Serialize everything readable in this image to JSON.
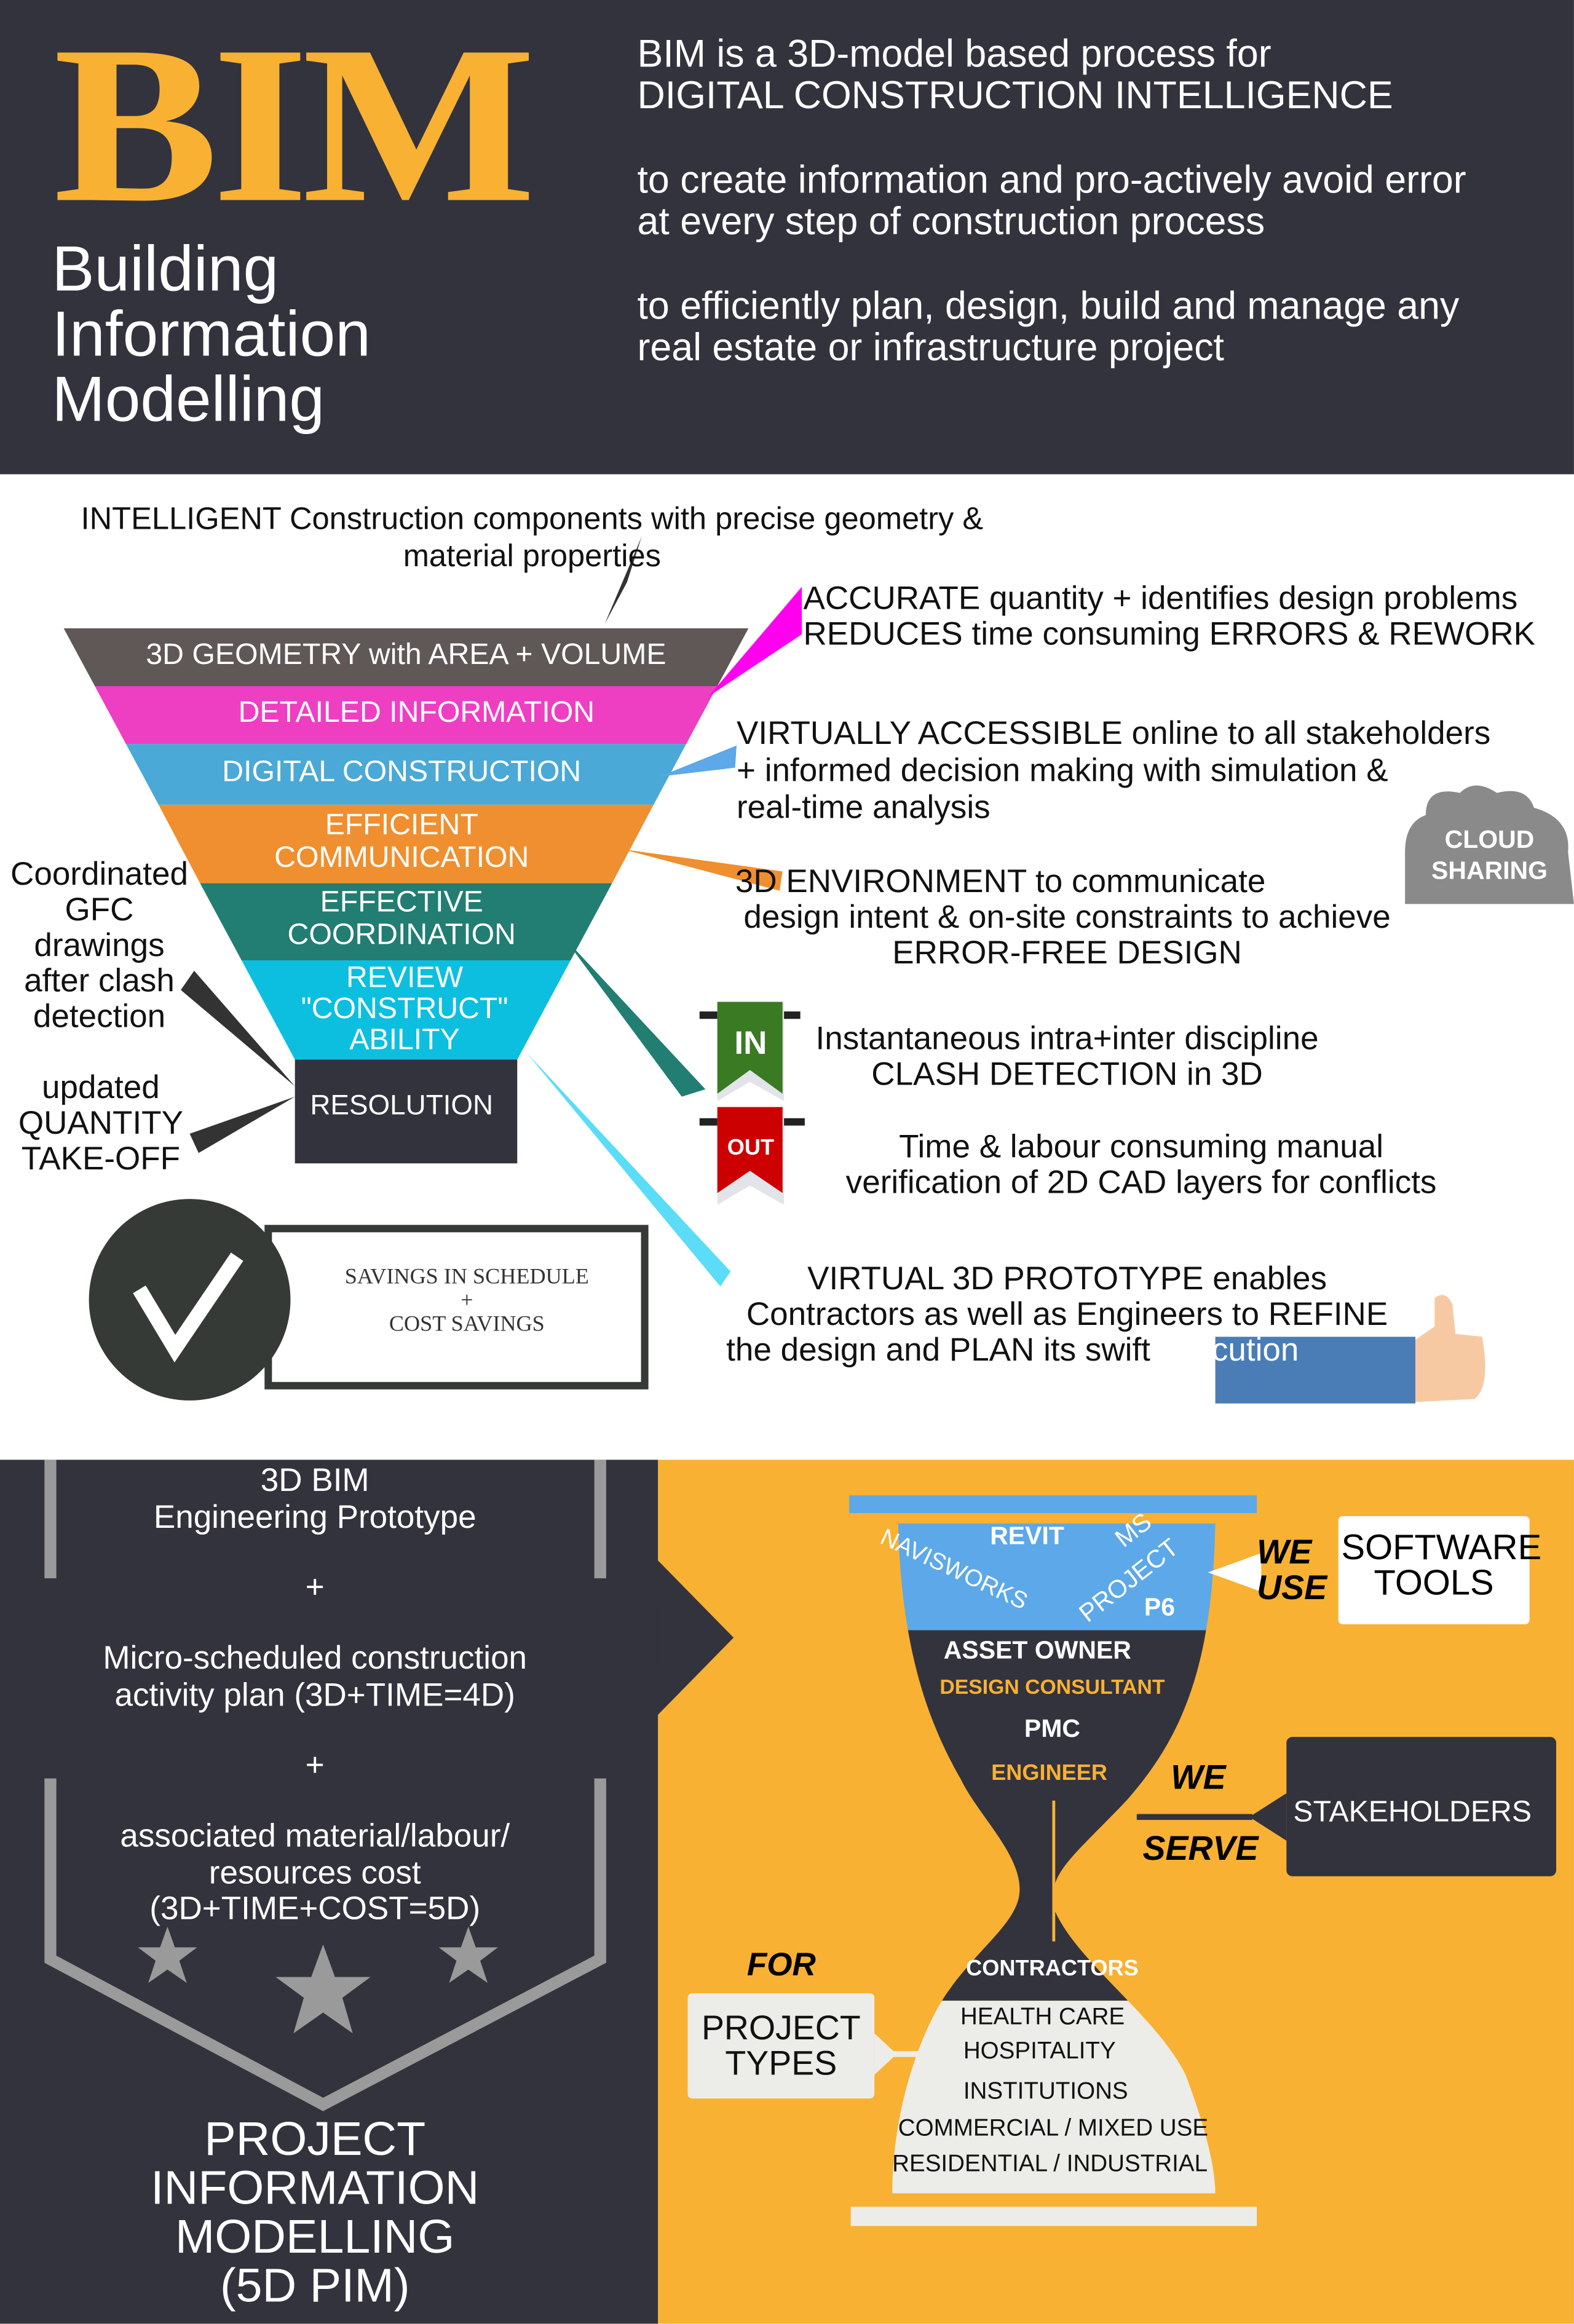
{
  "header": {
    "logo": "BIM",
    "subtitle_lines": [
      "Building",
      "Information",
      "Modelling"
    ],
    "desc1": [
      "BIM is a 3D-model based process for",
      "DIGITAL CONSTRUCTION INTELLIGENCE"
    ],
    "desc2": [
      "to create information and pro-actively avoid error",
      "at every step of construction process"
    ],
    "desc3": [
      "to efficiently plan, design, build and manage any",
      "real estate or infrastructure project"
    ]
  },
  "funnel": {
    "intro": [
      "INTELLIGENT Construction components with precise geometry &",
      "material properties"
    ],
    "layers": [
      {
        "label": "3D GEOMETRY with AREA + VOLUME",
        "color": "#5f5857"
      },
      {
        "label": "DETAILED INFORMATION",
        "color": "#ee3fc3"
      },
      {
        "label": "DIGITAL CONSTRUCTION",
        "color": "#4aa9d6"
      },
      {
        "label": "EFFICIENT COMMUNICATION",
        "lines": [
          "EFFICIENT",
          "COMMUNICATION"
        ],
        "color": "#ef8f2f"
      },
      {
        "label": "EFFECTIVE COORDINATION",
        "lines": [
          "EFFECTIVE",
          "COORDINATION"
        ],
        "color": "#227d72"
      },
      {
        "label": "REVIEW \"CONSTRUCT\" ABILITY",
        "lines": [
          "REVIEW",
          "\"CONSTRUCT\"",
          "ABILITY"
        ],
        "color": "#0dbfdf"
      },
      {
        "label": "RESOLUTION",
        "color": "#33333d"
      }
    ],
    "notes": {
      "accurate": [
        "ACCURATE quantity + identifies design problems",
        "REDUCES time consuming ERRORS & REWORK"
      ],
      "virtual": [
        "VIRTUALLY ACCESSIBLE online to all stakeholders",
        "+ informed decision making with simulation &",
        "real-time analysis"
      ],
      "environment": [
        "3D ENVIRONMENT to communicate",
        "design intent & on-site constraints to achieve",
        "ERROR-FREE DESIGN"
      ],
      "in_badge": "IN",
      "in_text": [
        "Instantaneous intra+inter discipline",
        "CLASH DETECTION in 3D"
      ],
      "out_badge": "OUT",
      "out_text": [
        "Time & labour consuming manual",
        "verification of 2D CAD layers for conflicts"
      ],
      "prototype": [
        "VIRTUAL 3D PROTOTYPE enables",
        "Contractors as well as Engineers to REFINE",
        "the design  and   PLAN its  swift"
      ],
      "prototype_end": "execution",
      "coordinated": [
        "Coordinated",
        "GFC",
        "drawings",
        "after clash",
        "detection"
      ],
      "quantity": [
        "updated",
        "QUANTITY",
        "TAKE-OFF"
      ],
      "cloud": [
        "CLOUD",
        "SHARING"
      ],
      "savings": [
        "SAVINGS IN SCHEDULE",
        "+",
        "COST SAVINGS"
      ]
    }
  },
  "pim": {
    "block1": [
      "3D BIM",
      "Engineering  Prototype"
    ],
    "plus": "+",
    "block2": [
      "Micro-scheduled construction",
      "activity plan (3D+TIME=4D)"
    ],
    "block3": [
      "associated material/labour/",
      "resources cost",
      "(3D+TIME+COST=5D)"
    ],
    "title": [
      "PROJECT",
      "INFORMATION",
      "MODELLING",
      "(5D PIM)"
    ]
  },
  "hourglass": {
    "software": [
      "REVIT",
      "NAVISWORKS",
      "MS",
      "PROJECT",
      "P6"
    ],
    "we_use": [
      "WE",
      "USE"
    ],
    "software_box": [
      "SOFTWARE",
      "TOOLS"
    ],
    "stakeholders": [
      {
        "label": "ASSET OWNER",
        "color": "#ffffff"
      },
      {
        "label": "DESIGN CONSULTANT",
        "color": "#f8b133"
      },
      {
        "label": "PMC",
        "color": "#ffffff"
      },
      {
        "label": "ENGINEER",
        "color": "#f8b133"
      },
      {
        "label": "CONTRACTORS",
        "color": "#ffffff"
      }
    ],
    "we_serve": [
      "WE",
      "SERVE"
    ],
    "stakeholders_box": "STAKEHOLDERS",
    "for": "FOR",
    "project_types_box": [
      "PROJECT",
      "TYPES"
    ],
    "project_types": [
      "HEALTH CARE",
      "HOSPITALITY",
      "INSTITUTIONS",
      "COMMERCIAL / MIXED USE",
      "RESIDENTIAL / INDUSTRIAL"
    ]
  },
  "colors": {
    "dark": "#33333d",
    "yellow": "#f8b133",
    "blue": "#5da8e8",
    "light": "#ecece8"
  }
}
